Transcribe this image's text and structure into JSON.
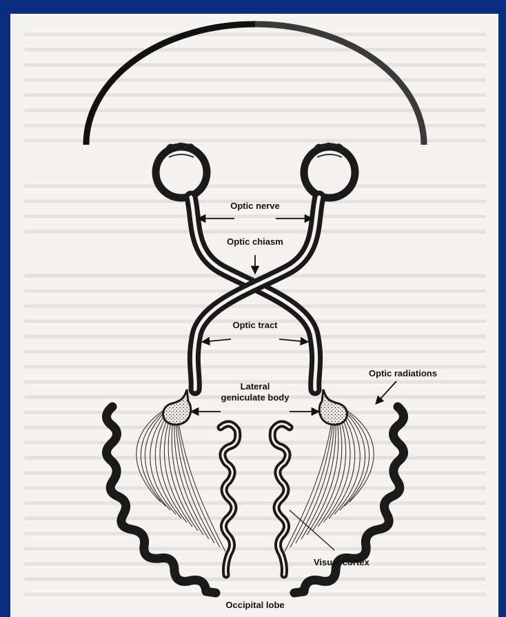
{
  "labels": {
    "optic_nerve": "Optic nerve",
    "optic_chiasm": "Optic chiasm",
    "optic_tract": "Optic tract",
    "lateral_geniculate_body_line1": "Lateral",
    "lateral_geniculate_body_line2": "geniculate body",
    "optic_radiations": "Optic radiations",
    "visual_cortex": "Visual cortex",
    "occipital_lobe": "Occipital lobe"
  },
  "colors": {
    "slide_background": "#0b2d80",
    "page_background": "#f4f3ef",
    "visual_field_left": "#111111",
    "visual_field_right": "#3a3a3a",
    "pathway_outline": "#1a1a1a",
    "pathway_fill": "#f4f3ef"
  }
}
